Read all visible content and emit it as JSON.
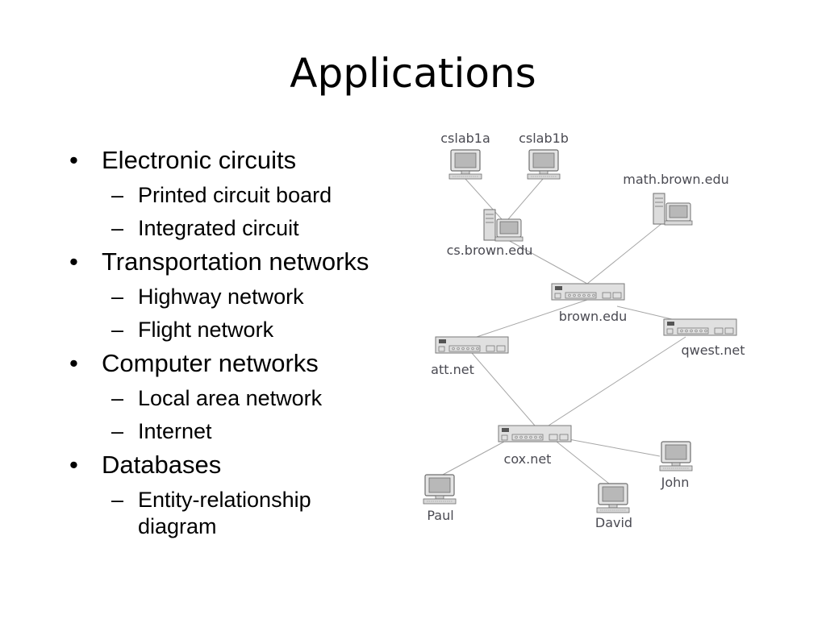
{
  "slide": {
    "title": "Applications",
    "bullets": [
      {
        "text": "Electronic circuits",
        "sub": [
          "Printed circuit board",
          "Integrated circuit"
        ]
      },
      {
        "text": "Transportation networks",
        "sub": [
          "Highway network",
          "Flight network"
        ]
      },
      {
        "text": "Computer networks",
        "sub": [
          "Local area network",
          "Internet"
        ]
      },
      {
        "text": "Databases",
        "sub": [
          "Entity-relationship diagram"
        ]
      }
    ]
  },
  "diagram": {
    "nodes": {
      "cslab1a": "cslab1a",
      "cslab1b": "cslab1b",
      "math": "math.brown.edu",
      "cs": "cs.brown.edu",
      "brown": "brown.edu",
      "qwest": "qwest.net",
      "att": "att.net",
      "cox": "cox.net",
      "john": "John",
      "paul": "Paul",
      "david": "David"
    },
    "colors": {
      "line": "#a6a6a6",
      "device_fill": "#e0e0e0",
      "device_stroke": "#7a7a7a",
      "label": "#4a4a52"
    }
  }
}
